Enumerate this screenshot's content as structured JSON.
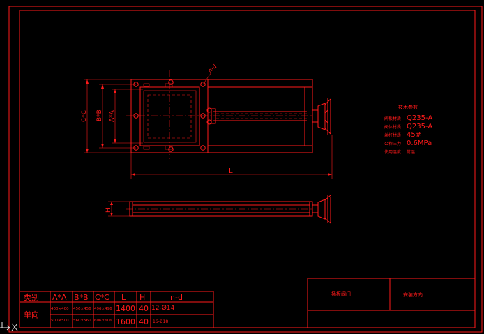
{
  "drawing": {
    "dimension_labels": {
      "nd": "n-d",
      "cc": "C*C",
      "bb": "B*B",
      "aa": "A*A",
      "length": "L",
      "height": "H"
    },
    "tech_notes": {
      "title": "技术参数",
      "rows": [
        {
          "label": "阀板材质",
          "value": "Q235-A"
        },
        {
          "label": "阀体材质",
          "value": "Q235-A"
        },
        {
          "label": "丝杆材质",
          "value": "45#"
        },
        {
          "label": "公称压力",
          "value": "0.6MPa"
        },
        {
          "label": "使用温度",
          "value": "常温"
        }
      ]
    },
    "table": {
      "headers": [
        "类别",
        "A*A",
        "B*B",
        "C*C",
        "L",
        "H",
        "n-d"
      ],
      "row_label": "单向",
      "rows": [
        [
          "400×400",
          "456×456",
          "496×496",
          "1400",
          "40",
          "12-Ø14"
        ],
        [
          "500×500",
          "560×560",
          "606×606",
          "1600",
          "40",
          "16-Ø18"
        ]
      ]
    },
    "title_block": {
      "name": "插板阀门",
      "note": "安装方向"
    }
  }
}
